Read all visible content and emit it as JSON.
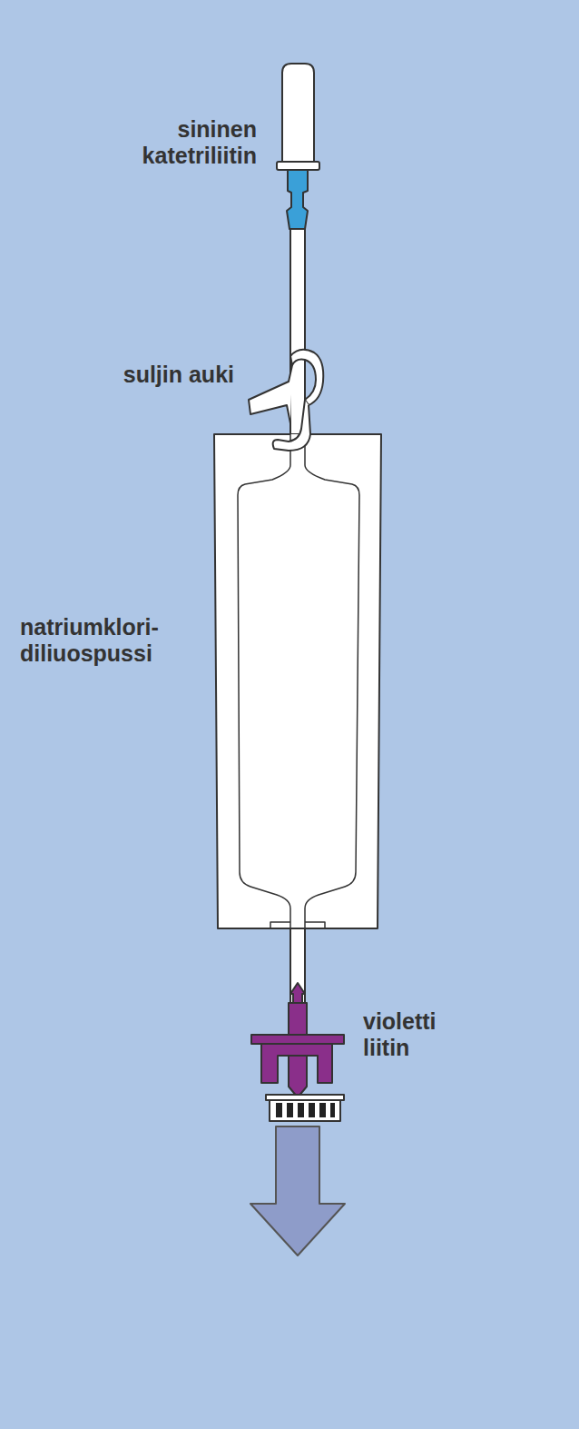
{
  "diagram": {
    "labels": [
      "sininen katetriliitin",
      "suljin auki",
      "natriumklori- diliuospussi",
      "violetti liitin"
    ]
  }
}
